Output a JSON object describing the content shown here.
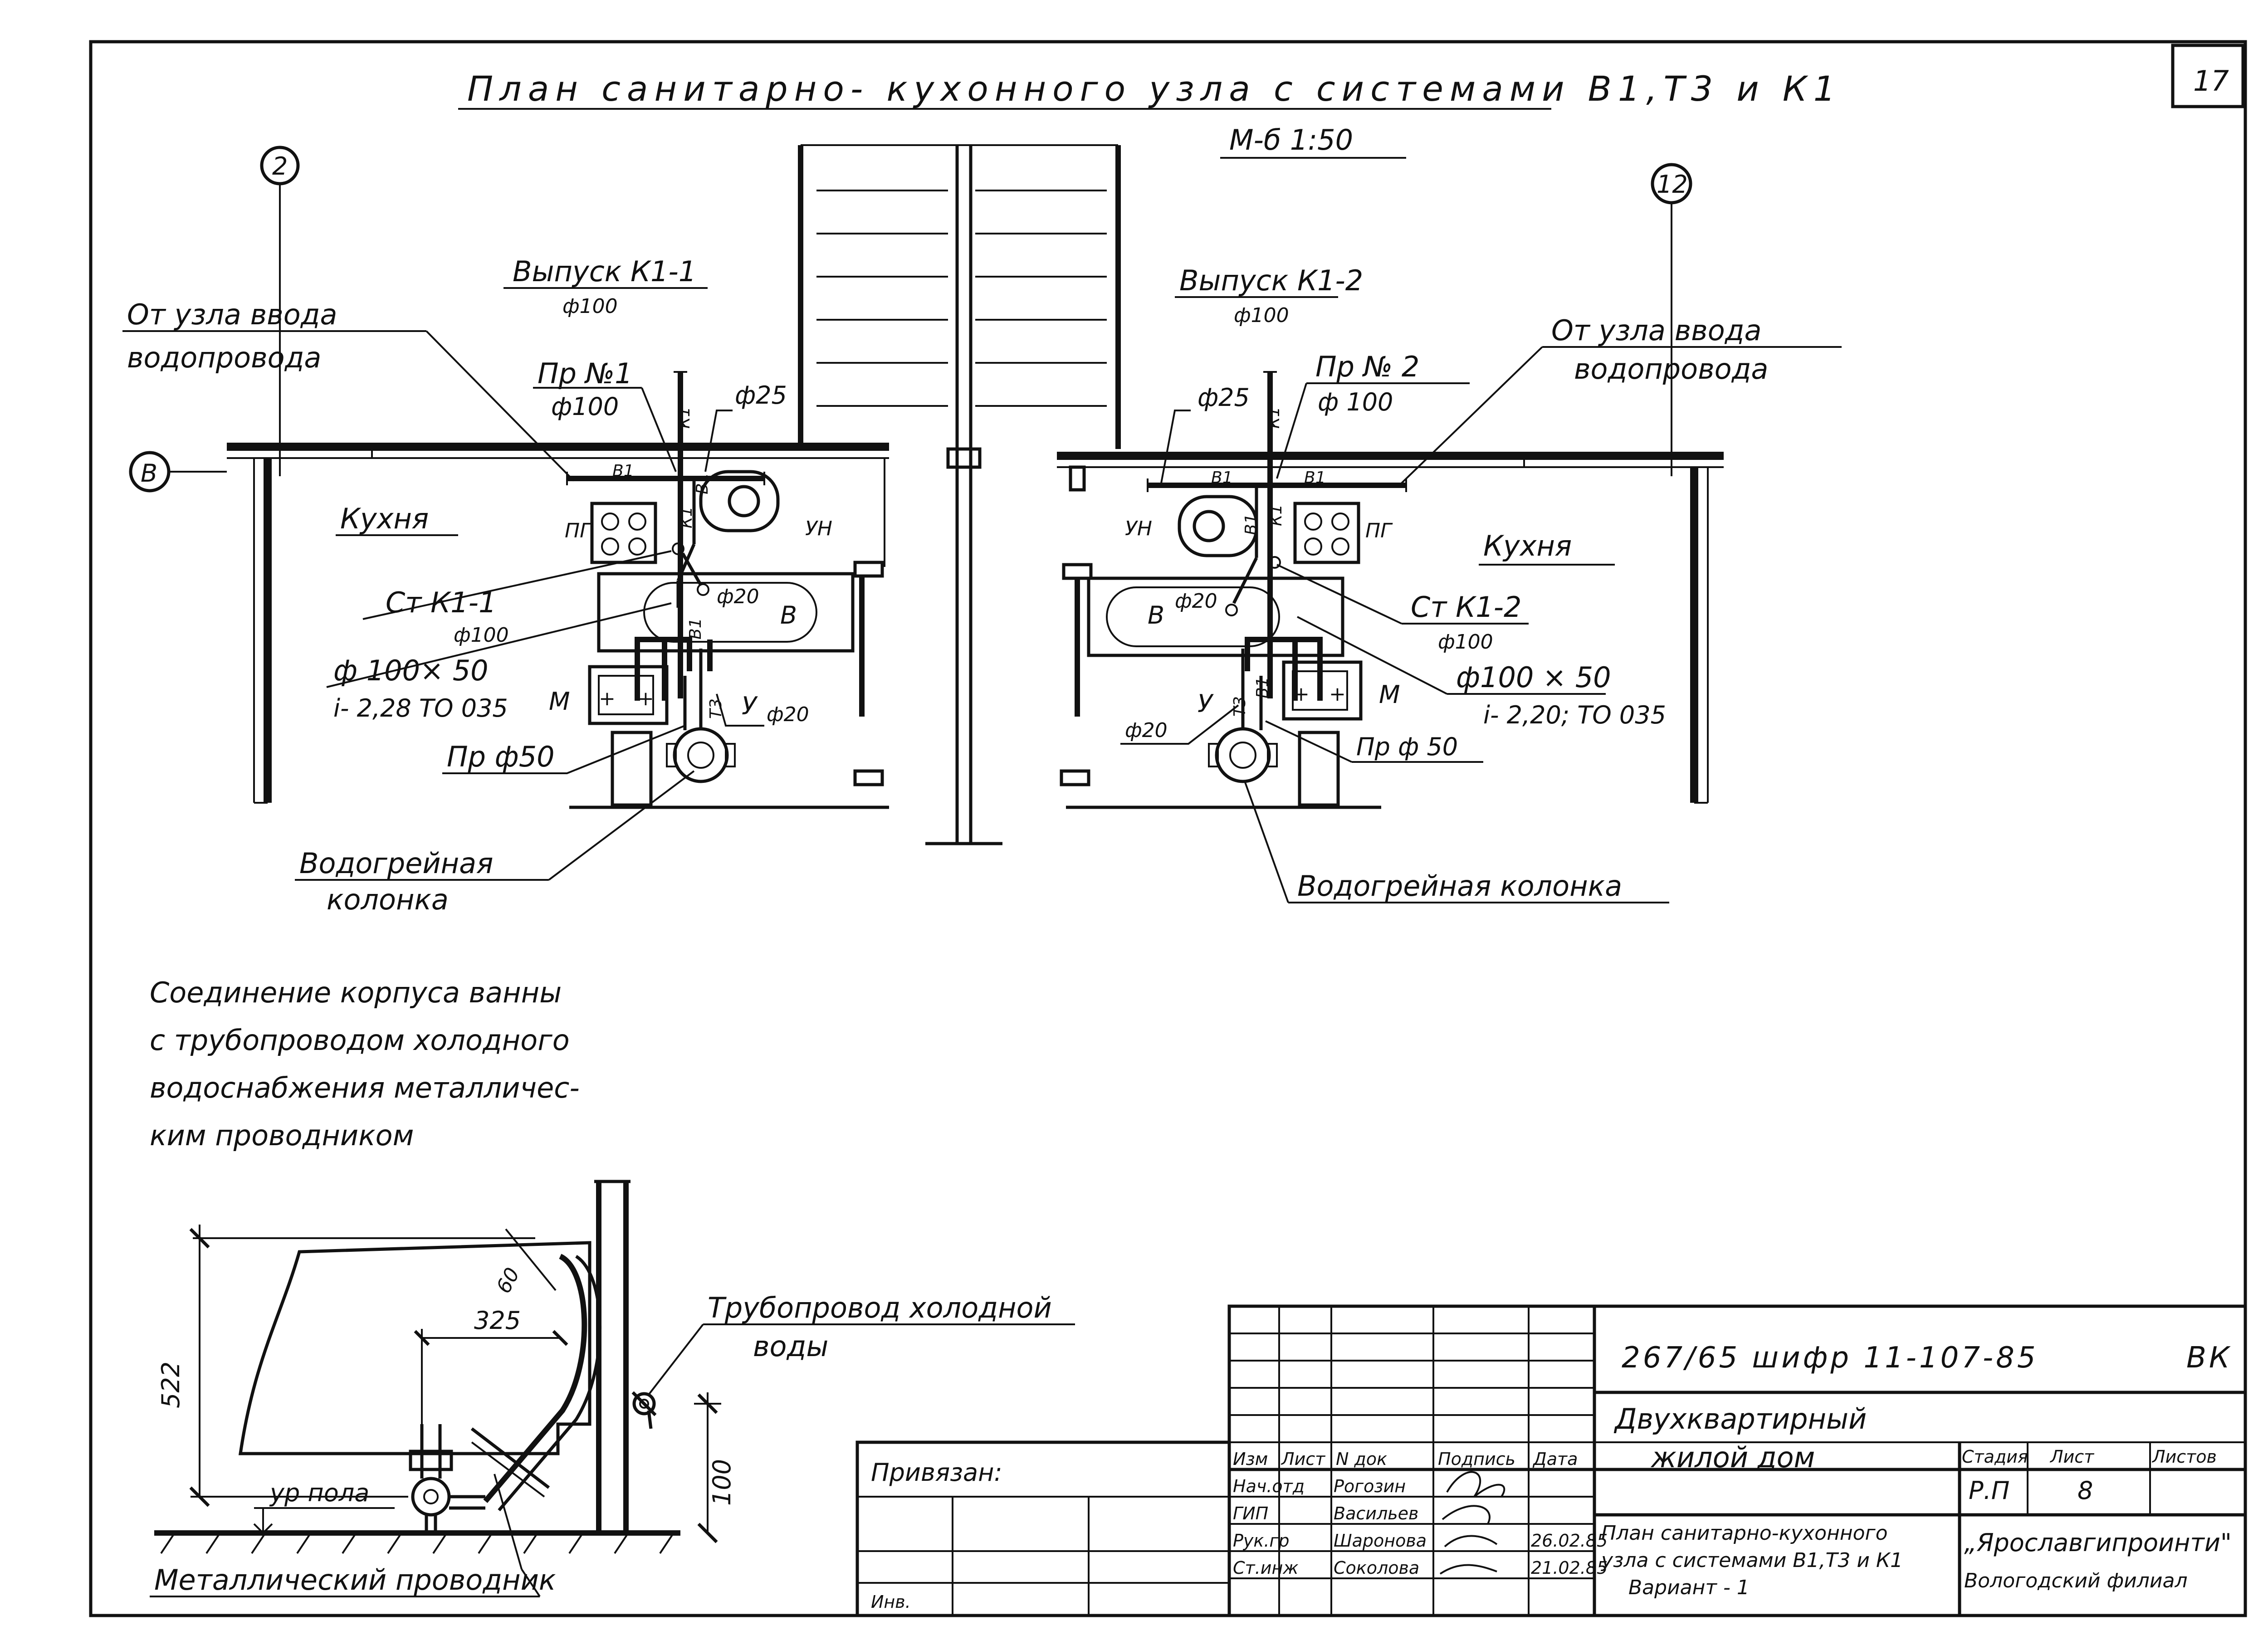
{
  "sheet_number": "17",
  "title": "План санитарно- кухонного узла с системами В1,Т3 и К1",
  "scale": "М-б 1:50",
  "axes": {
    "left": "2",
    "right": "12",
    "row": "В"
  },
  "left_unit": {
    "room": "Кухня",
    "from_input_1": "От узла ввода",
    "from_input_2": "водопровода",
    "outlet": "Выпуск К1-1",
    "outlet_dia": "ф100",
    "riser_label": "Пр №1",
    "riser_dia": "ф100",
    "d25": "ф25",
    "st_label": "Ст К1-1",
    "st_dia": "ф100",
    "tee_1": "ф 100× 50",
    "tee_2": "i- 2,28 ТО 035",
    "pr50": "Пр ф50",
    "d20_a": "ф20",
    "d20_b": "ф20",
    "heater_1": "Водогрейная",
    "heater_2": "колонка",
    "stove": "ПГ",
    "sink_wash": "УН",
    "bath": "В",
    "washer": "М",
    "basin": "У",
    "pipe_b1": "В1",
    "pipe_k1": "К1",
    "pipe_t3": "Т3"
  },
  "right_unit": {
    "room": "Кухня",
    "from_input_1": "От узла ввода",
    "from_input_2": "водопровода",
    "outlet": "Выпуск К1-2",
    "outlet_dia": "ф100",
    "riser_label": "Пр № 2",
    "riser_dia": "ф 100",
    "d25": "ф25",
    "st_label": "Ст К1-2",
    "st_dia": "ф100",
    "tee_1": "ф100 × 50",
    "tee_2": "i- 2,20; ТО 035",
    "pr50": "Пр ф 50",
    "d20_a": "ф20",
    "d20_b": "ф20",
    "heater": "Водогрейная колонка",
    "stove": "ПГ",
    "sink_wash": "УН",
    "bath": "В",
    "washer": "М",
    "basin": "У",
    "pipe_b1": "В1",
    "pipe_k1": "К1",
    "pipe_t3": "Т3"
  },
  "note": [
    "Соединение корпуса ванны",
    "с трубопроводом холодного",
    "водоснабжения металличес-",
    "ким проводником"
  ],
  "detail": {
    "pipe_label_1": "Трубопровод холодной",
    "pipe_label_2": "воды",
    "dim_325": "325",
    "dim_60": "60",
    "dim_522": "522",
    "dim_100": "100",
    "floor_level": "ур пола",
    "conductor": "Металлический проводник"
  },
  "title_block": {
    "code": "267/65 шифр 11-107-85",
    "doc_mark": "ВК",
    "bound": "Привязан:",
    "inv": "Инв.",
    "header": [
      "Изм",
      "Лист",
      "N док",
      "Подпись",
      "Дата"
    ],
    "roles": [
      "Нач.отд",
      "ГИП",
      "Рук.гр",
      "Ст.инж"
    ],
    "names": [
      "Рогозин",
      "Васильев",
      "Шаронова",
      "Соколова"
    ],
    "dates": [
      "",
      "",
      "26.02.85",
      "21.02.85"
    ],
    "project_1": "Двухквартирный",
    "project_2": "жилой дом",
    "sheet_title_1": "План санитарно-кухонного",
    "sheet_title_2": "узла с системами В1,Т3 и К1",
    "variant": "Вариант - 1",
    "stage_h": "Стадия",
    "sheet_h": "Лист",
    "sheets_h": "Листов",
    "stage": "Р.П",
    "sheet": "8",
    "org_1": "„Ярославгипроинти\"",
    "org_2": "Вологодский филиал"
  }
}
